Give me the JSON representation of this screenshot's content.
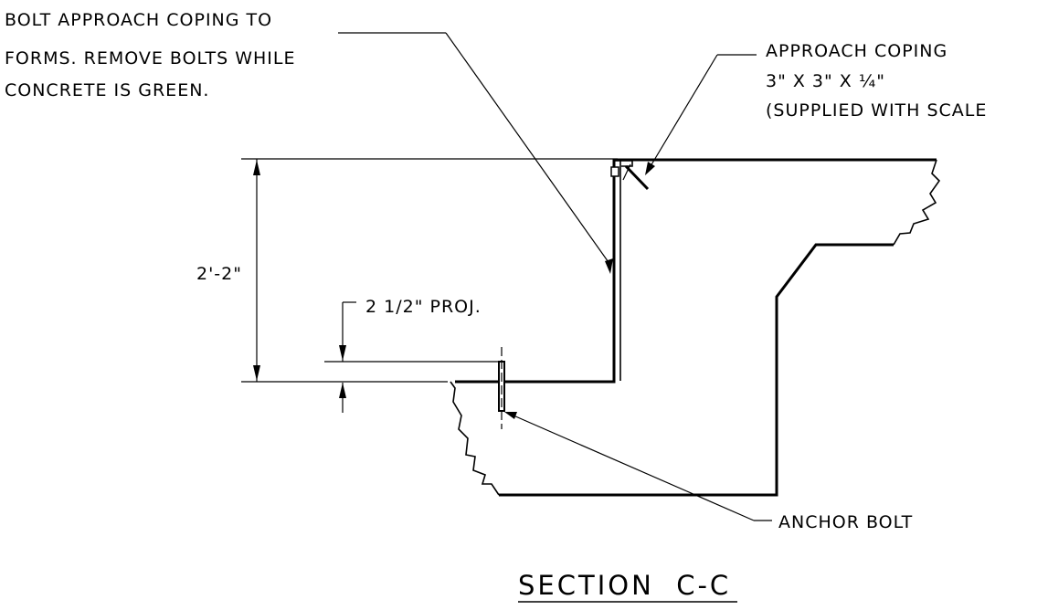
{
  "section_title": "SECTION  C-C",
  "notes": {
    "bolt_note": {
      "line1": "BOLT APPROACH COPING TO",
      "line2": "FORMS. REMOVE BOLTS WHILE",
      "line3": "CONCRETE IS GREEN."
    },
    "coping_note": {
      "line1": "APPROACH COPING",
      "line2": "3\" X 3\" X ¼\"",
      "line3": "(SUPPLIED WITH SCALE"
    },
    "anchor_note": "ANCHOR BOLT"
  },
  "dimensions": {
    "height": "2'-2\"",
    "projection": "2 1/2\" PROJ."
  }
}
